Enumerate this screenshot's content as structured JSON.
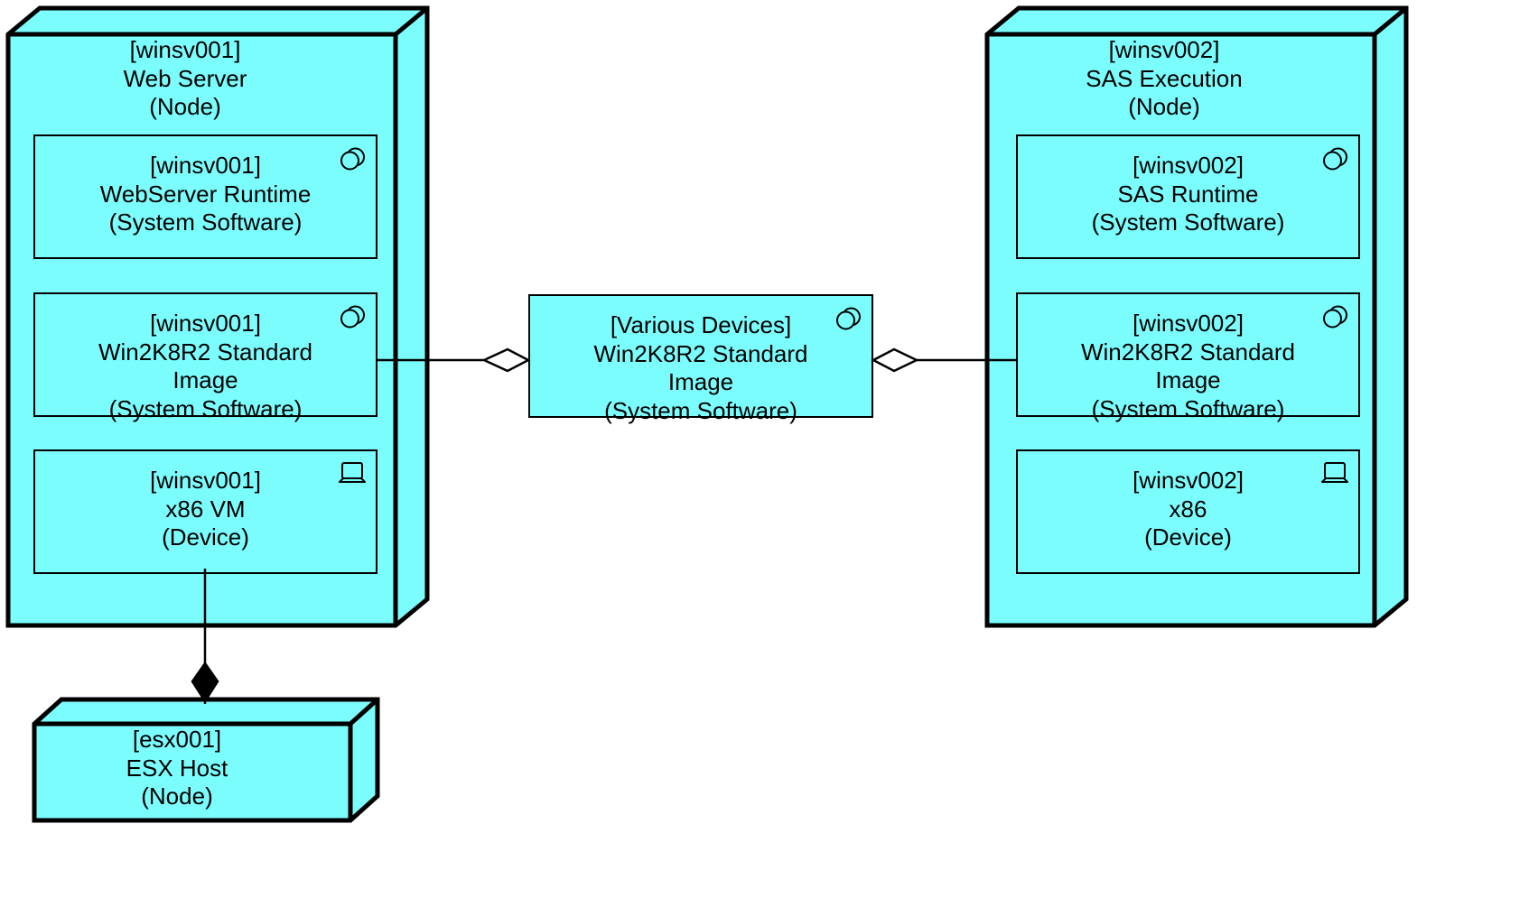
{
  "diagram": {
    "type": "uml-deployment-diagram",
    "title": "",
    "background_color": "#ffffff",
    "node_fill_color": "#7cfdfd",
    "line_color": "#000000"
  },
  "nodes": {
    "web_server": {
      "instance": "[winsv001]",
      "name": "Web Server",
      "stereotype": "(Node)",
      "label": "[winsv001]\nWeb Server\n(Node)",
      "shape": "3d-node",
      "artifacts": [
        {
          "instance": "[winsv001]",
          "name": "WebServer Runtime",
          "stereotype": "(System Software)",
          "label": "[winsv001]\nWebServer Runtime\n(System Software)",
          "icon": "system-software-icon"
        },
        {
          "instance": "[winsv001]",
          "name": "Win2K8R2 Standard Image",
          "stereotype": "(System Software)",
          "label": "[winsv001]\nWin2K8R2 Standard\nImage\n(System Software)",
          "icon": "system-software-icon"
        },
        {
          "instance": "[winsv001]",
          "name": "x86 VM",
          "stereotype": "(Device)",
          "label": "[winsv001]\nx86 VM\n(Device)",
          "icon": "device-icon"
        }
      ]
    },
    "sas_execution": {
      "instance": "[winsv002]",
      "name": "SAS Execution",
      "stereotype": "(Node)",
      "label": "[winsv002]\nSAS Execution\n(Node)",
      "shape": "3d-node",
      "artifacts": [
        {
          "instance": "[winsv002]",
          "name": "SAS Runtime",
          "stereotype": "(System Software)",
          "label": "[winsv002]\nSAS Runtime\n(System Software)",
          "icon": "system-software-icon"
        },
        {
          "instance": "[winsv002]",
          "name": "Win2K8R2 Standard Image",
          "stereotype": "(System Software)",
          "label": "[winsv002]\nWin2K8R2 Standard\nImage\n(System Software)",
          "icon": "system-software-icon"
        },
        {
          "instance": "[winsv002]",
          "name": "x86",
          "stereotype": "(Device)",
          "label": "[winsv002]\nx86\n(Device)",
          "icon": "device-icon"
        }
      ]
    },
    "various_devices": {
      "instance": "[Various Devices]",
      "name": "Win2K8R2 Standard Image",
      "stereotype": "(System Software)",
      "label": "[Various Devices]\nWin2K8R2 Standard\nImage\n(System Software)",
      "shape": "rectangle",
      "icon": "system-software-icon"
    },
    "esx_host": {
      "instance": "[esx001]",
      "name": "ESX Host",
      "stereotype": "(Node)",
      "label": "[esx001]\nESX Host\n(Node)",
      "shape": "3d-node"
    }
  },
  "connectors": [
    {
      "id": "winsv001-image-to-various",
      "from": "[winsv001] Win2K8R2 Standard Image",
      "to": "[Various Devices] Win2K8R2 Standard Image",
      "type": "aggregation",
      "marker": "hollow-diamond",
      "label": ""
    },
    {
      "id": "various-to-winsv002-image",
      "from": "[Various Devices] Win2K8R2 Standard Image",
      "to": "[winsv002] Win2K8R2 Standard Image",
      "type": "aggregation",
      "marker": "hollow-diamond",
      "label": ""
    },
    {
      "id": "x86vm-to-esx001",
      "from": "[winsv001] x86 VM",
      "to": "[esx001] ESX Host",
      "type": "composition",
      "marker": "filled-diamond",
      "label": ""
    }
  ]
}
